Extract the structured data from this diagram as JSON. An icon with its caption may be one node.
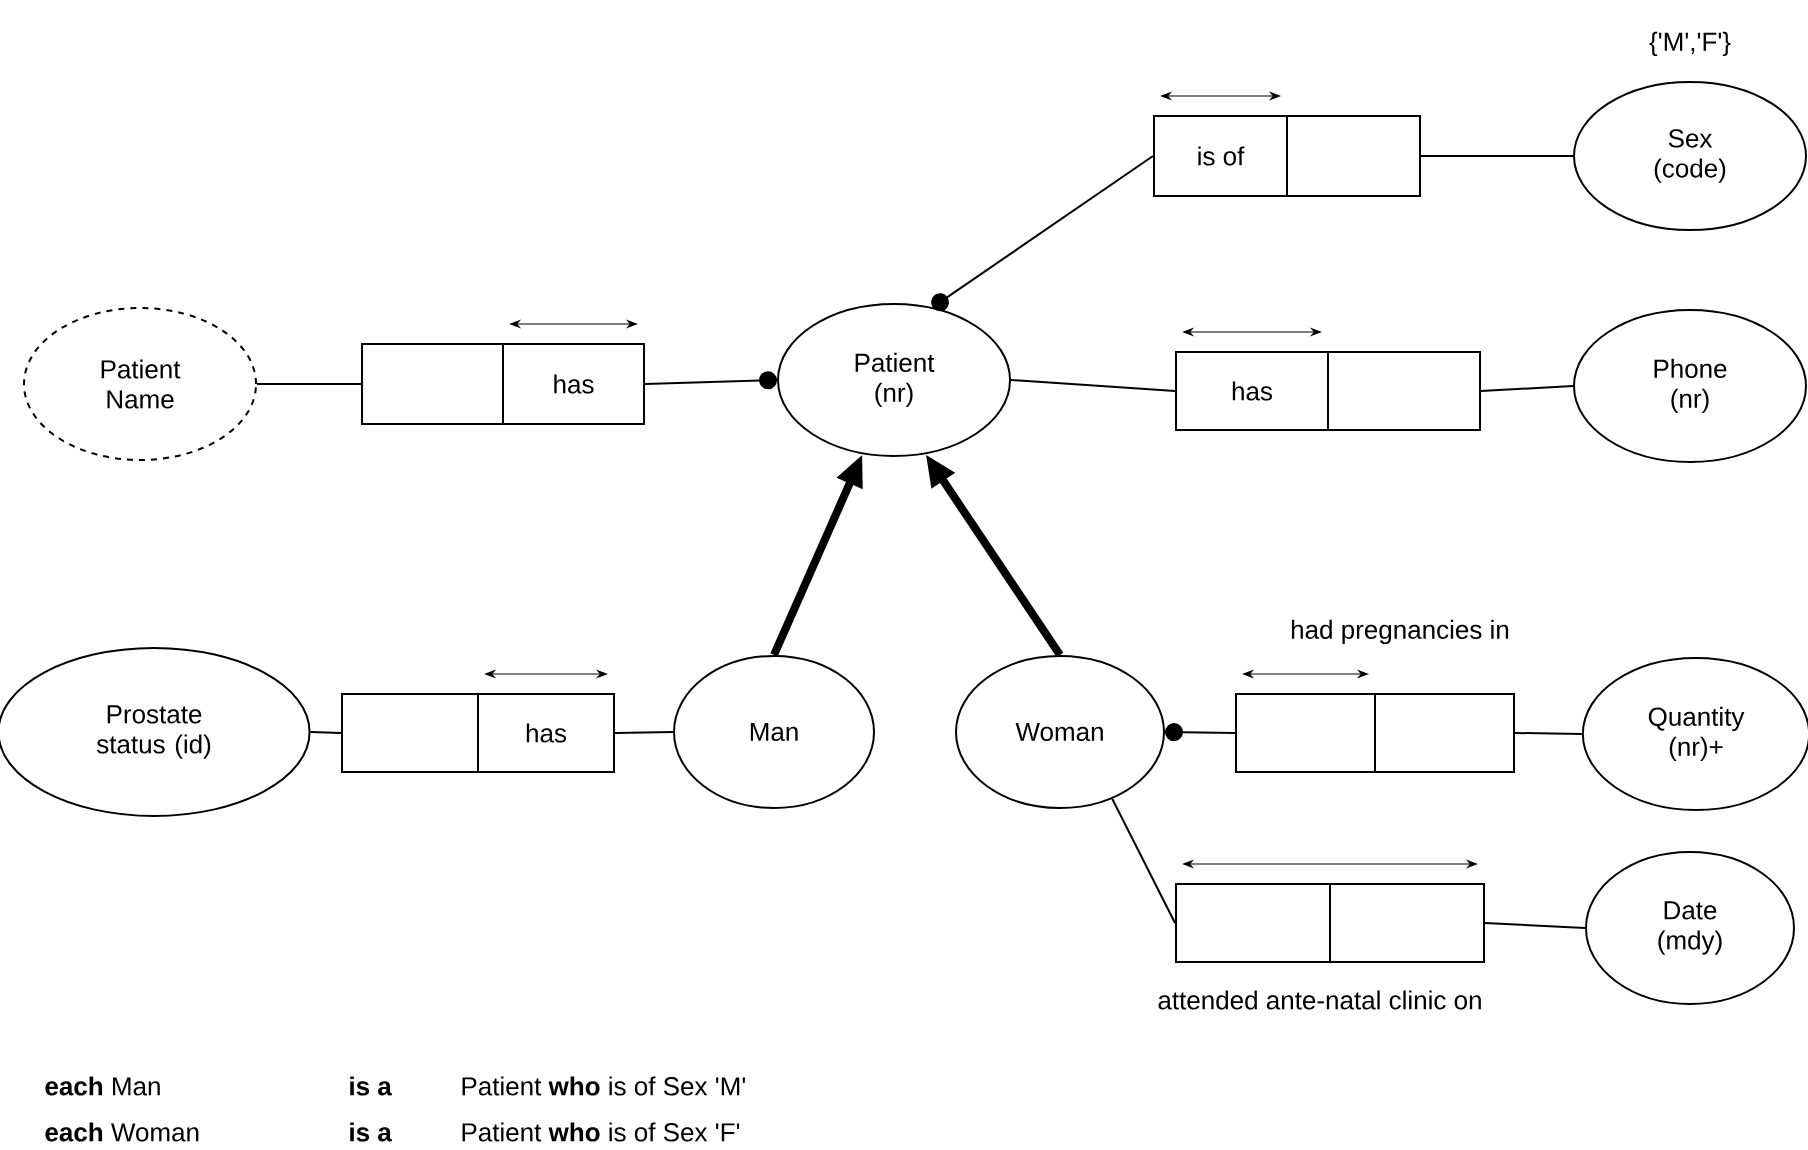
{
  "diagram": {
    "nodes": [
      {
        "text": [
          "is of"
        ]
      },
      {
        "text": [
          "Sex (code)"
        ],
        "beside": [
          "{'M','F'}"
        ]
      },
      {
        "text": [
          "Patient Name"
        ]
      },
      {
        "text": [
          "has"
        ]
      },
      {
        "text": [
          "Patient (nr)"
        ]
      },
      {
        "text": [
          "has"
        ]
      },
      {
        "text": [
          "Phone (nr)"
        ]
      },
      {
        "text": [
          "Prostate status (id)"
        ]
      },
      {
        "text": [
          "has"
        ]
      },
      {
        "text": [
          "Man"
        ]
      },
      {
        "text": [
          "Woman"
        ]
      },
      {
        "text": [],
        "shape": "box",
        "beside": [
          "had pregnancies in"
        ]
      },
      {
        "text": [
          "Quantity (nr)+"
        ]
      },
      {
        "text": [],
        "shape": "box",
        "beside": [
          "attended ante-natal clinic on"
        ]
      },
      {
        "text": [
          "Date (mdy)"
        ]
      }
    ],
    "edges": [
      {
        "from": 4,
        "to": 0,
        "arrow": "other"
      },
      {
        "from": 0,
        "to": 1,
        "arrow": "none"
      },
      {
        "from": 2,
        "to": 3,
        "arrow": "none"
      },
      {
        "from": 4,
        "to": 3,
        "arrow": "other"
      },
      {
        "from": 4,
        "to": 5,
        "arrow": "none"
      },
      {
        "from": 5,
        "to": 6,
        "arrow": "none"
      },
      {
        "from": 7,
        "to": 8,
        "arrow": "none"
      },
      {
        "from": 8,
        "to": 9,
        "arrow": "none"
      },
      {
        "from": 9,
        "to": 4,
        "arrow": "to",
        "style": "thick"
      },
      {
        "from": 10,
        "to": 4,
        "arrow": "to",
        "style": "thick"
      },
      {
        "from": 10,
        "to": 11,
        "arrow": "other"
      },
      {
        "from": 11,
        "to": 12,
        "arrow": "none"
      },
      {
        "from": 10,
        "to": 13,
        "arrow": "none"
      },
      {
        "from": 13,
        "to": 14,
        "arrow": "none"
      }
    ],
    "labels": [
      "**each** Man",
      "**is a**",
      "Patient **who** is of Sex 'M'",
      "**each** Woman",
      "**is a**",
      "Patient **who** is of Sex 'F'"
    ]
  }
}
